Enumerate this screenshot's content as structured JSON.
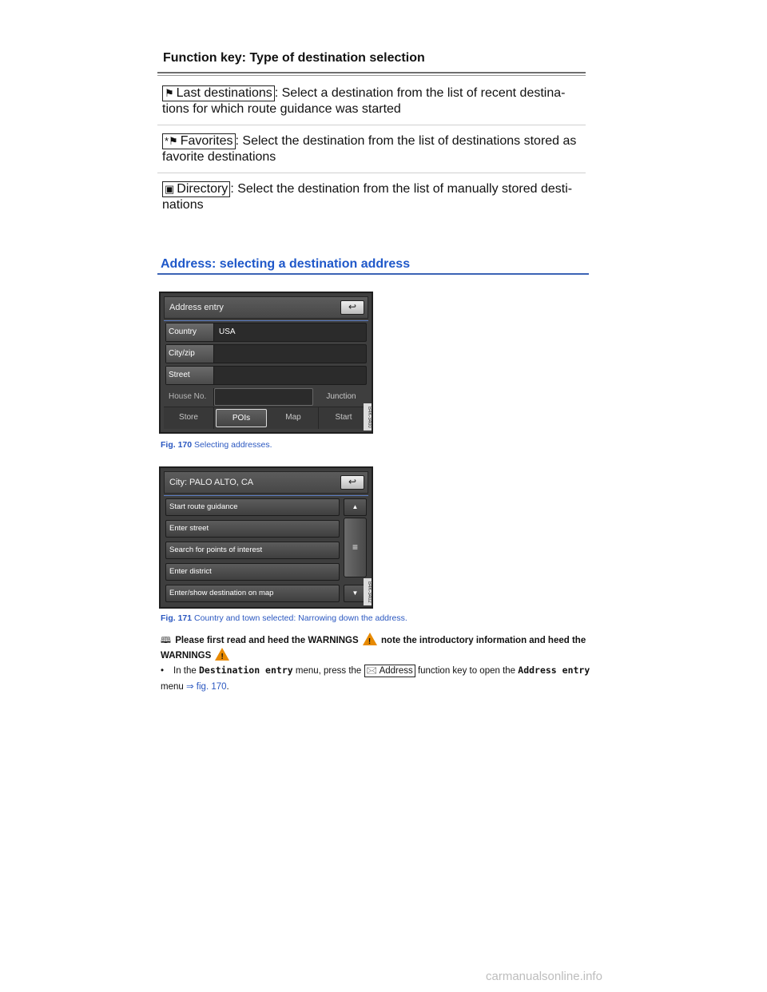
{
  "table": {
    "title": "Function key: Type of destination selection",
    "rows": [
      {
        "symbol": "⚑",
        "key": "Last destinations",
        "text": ": Select a destination from the list of recent destina-tions for which route guidance was started"
      },
      {
        "symbol": "*⚑",
        "key": "Favorites",
        "text": ": Select the destination from the list of destinations stored as favorite destinations"
      },
      {
        "symbol": "▣",
        "key": "Directory",
        "text": ": Select the destination from the list of manually stored desti-nations"
      }
    ]
  },
  "section": {
    "title": "Address: selecting a destination address"
  },
  "fig170": {
    "header": "Address entry",
    "back_symbol": "↩",
    "fields": [
      {
        "label": "Country",
        "value": "USA"
      },
      {
        "label": "City/zip",
        "value": ""
      },
      {
        "label": "Street",
        "value": ""
      },
      {
        "label": "House No.",
        "value": ""
      }
    ],
    "junction": "Junction",
    "tabs": [
      "Store",
      "POIs",
      "Map",
      "Start"
    ],
    "code": "B4K-3400",
    "caption_num": "Fig. 170",
    "caption_text": " Selecting addresses."
  },
  "fig171": {
    "header": "City: PALO ALTO, CA",
    "back_symbol": "↩",
    "items": [
      "Start route guidance",
      "Enter street",
      "Search for points of interest",
      "Enter district",
      "Enter/show destination on map"
    ],
    "scroll_up": "▲",
    "scroll_thumb": "≡",
    "scroll_down": "▼",
    "code": "B4K-3402",
    "caption_num": "Fig. 171",
    "caption_text": " Country and town selected: Narrowing down the address."
  },
  "notice": {
    "book_symbol": "🕮",
    "part1": "Please first read and heed the WARNINGS",
    "part2": "note the introductory information and heed the WARNINGS"
  },
  "instruction": {
    "bullet": "•",
    "t1": "In the ",
    "menu1": "Destination entry",
    "t2": " menu, press the ",
    "key_symbol": "🖂",
    "key_label": "Address",
    "t3": " function key to open the ",
    "menu2": "Address entry",
    "t4": " menu ",
    "ref": "⇒ fig. 170",
    "t5": "."
  },
  "watermark": "carmanualsonline.info"
}
